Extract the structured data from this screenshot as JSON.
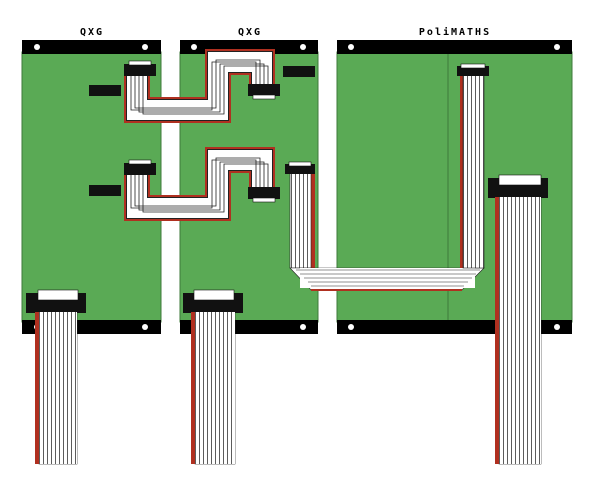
{
  "modules": [
    {
      "title": "QXG"
    },
    {
      "title": "QXG"
    },
    {
      "title": "PoliMATHS"
    }
  ],
  "colors": {
    "pcb": "#5aaa55",
    "pcb_edge": "#3d7a3a",
    "rail": "#000000",
    "ribbon": "#ffffff",
    "ribbon_line": "#222222",
    "stripe": "#b03020",
    "connector": "#111111"
  }
}
